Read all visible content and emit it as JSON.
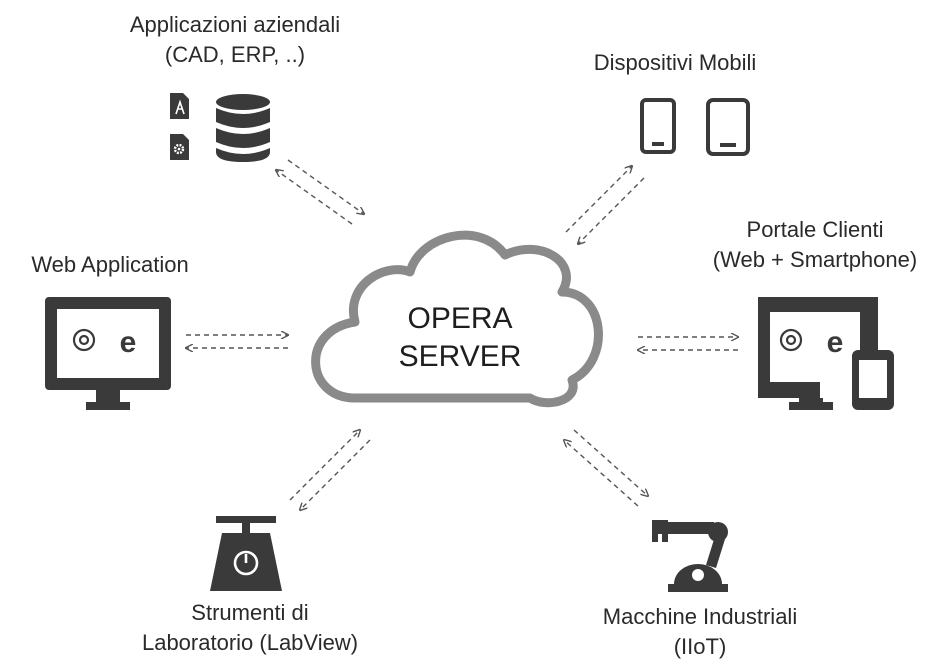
{
  "center": {
    "line1": "OPERA",
    "line2": "SERVER"
  },
  "nodes": {
    "business_apps": {
      "line1": "Applicazioni aziendali",
      "line2": "(CAD, ERP, ..)",
      "icons": [
        "cad-file-icon",
        "settings-file-icon",
        "database-icon"
      ]
    },
    "mobile_devices": {
      "line1": "Dispositivi Mobili",
      "icons": [
        "smartphone-icon",
        "tablet-icon"
      ]
    },
    "web_application": {
      "line1": "Web Application",
      "icons": [
        "monitor-icon",
        "chrome-icon",
        "edge-icon"
      ]
    },
    "client_portal": {
      "line1": "Portale Clienti",
      "line2": "(Web + Smartphone)",
      "icons": [
        "monitor-icon",
        "chrome-icon",
        "edge-icon",
        "smartphone-icon"
      ]
    },
    "lab_instruments": {
      "line1": "Strumenti di",
      "line2": "Laboratorio (LabView)",
      "icons": [
        "scale-icon"
      ]
    },
    "industrial_machines": {
      "line1": "Macchine Industriali",
      "line2": "(IIoT)",
      "icons": [
        "robot-arm-icon"
      ]
    }
  },
  "colors": {
    "icon": "#3a3a3a",
    "cloud_stroke": "#8a8a8a",
    "arrow": "#555555"
  }
}
